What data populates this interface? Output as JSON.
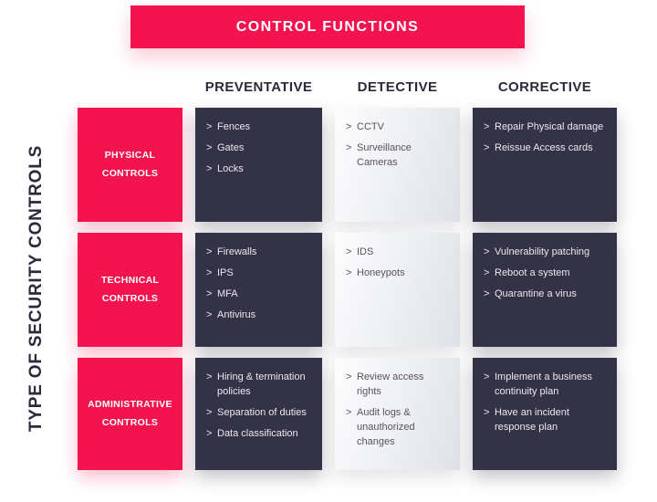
{
  "title_banner": "CONTROL FUNCTIONS",
  "y_axis_label": "TYPE OF SECURITY CONTROLS",
  "bullet": ">",
  "column_headers": [
    "PREVENTATIVE",
    "DETECTIVE",
    "CORRECTIVE"
  ],
  "rows": [
    {
      "label": "PHYSICAL CONTROLS",
      "preventative": [
        "Fences",
        "Gates",
        "Locks"
      ],
      "detective": [
        "CCTV",
        "Surveillance Cameras"
      ],
      "corrective": [
        "Repair Physical damage",
        "Reissue Access cards"
      ]
    },
    {
      "label": "TECHNICAL CONTROLS",
      "preventative": [
        "Firewalls",
        "IPS",
        "MFA",
        "Antivirus"
      ],
      "detective": [
        "IDS",
        "Honeypots"
      ],
      "corrective": [
        "Vulnerability patching",
        "Reboot a system",
        "Quarantine a virus"
      ]
    },
    {
      "label": "ADMINISTRATIVE CONTROLS",
      "preventative": [
        "Hiring & termination policies",
        "Separation of duties",
        "Data classification"
      ],
      "detective": [
        "Review access rights",
        "Audit logs & unauthorized changes"
      ],
      "corrective": [
        "Implement a business continuity plan",
        "Have an incident response plan"
      ]
    }
  ],
  "colors": {
    "accent_red": "#F2134F",
    "dark_navy": "#343247",
    "light_cell": "#ECEEF1",
    "heading_text": "#2B2A3B"
  }
}
